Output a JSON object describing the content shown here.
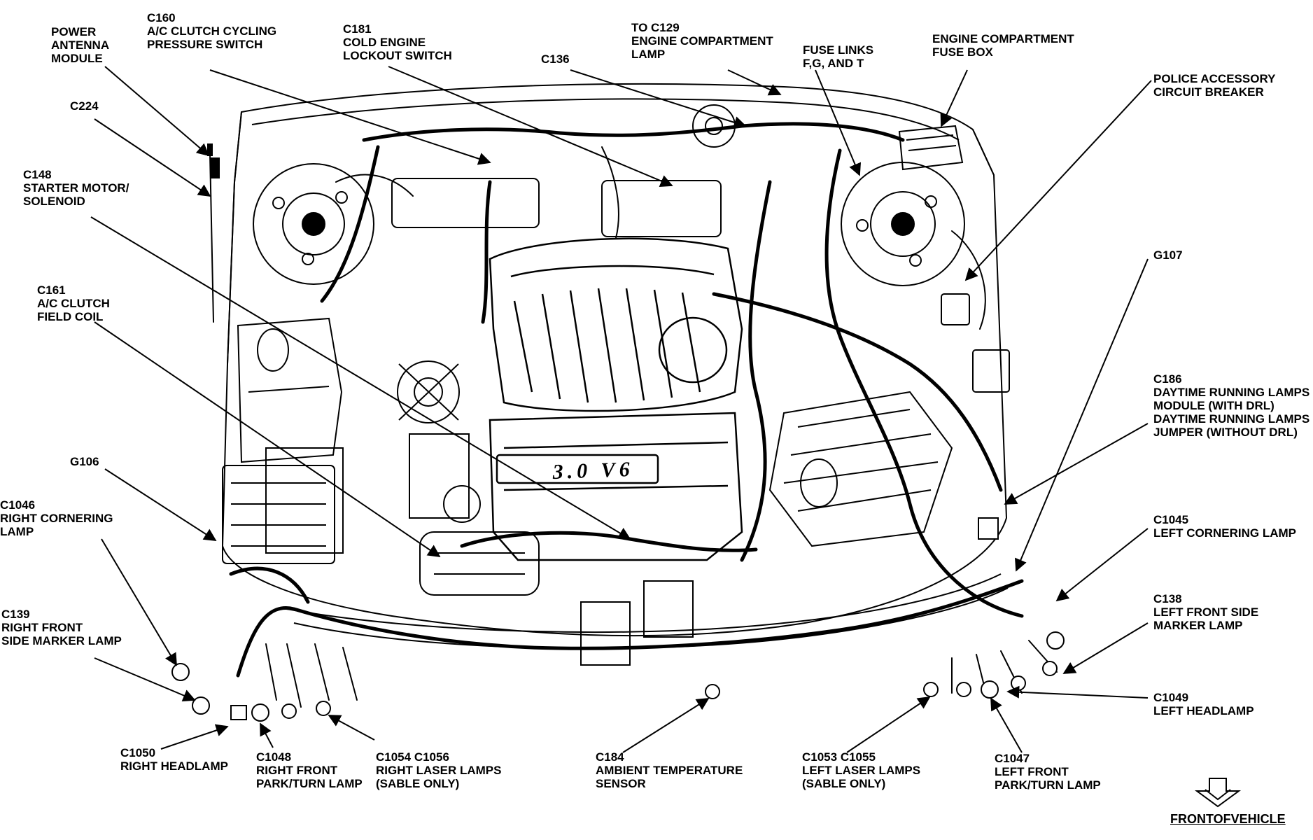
{
  "callouts": {
    "power_antenna_module": [
      "POWER",
      "ANTENNA",
      "MODULE"
    ],
    "c224": [
      "C224"
    ],
    "c160": [
      "C160",
      "A/C CLUTCH CYCLING",
      "PRESSURE SWITCH"
    ],
    "c181": [
      "C181",
      "COLD ENGINE",
      "LOCKOUT SWITCH"
    ],
    "c136": [
      "C136"
    ],
    "c129": [
      "TO C129",
      "ENGINE COMPARTMENT",
      "LAMP"
    ],
    "fuse_links": [
      "FUSE LINKS",
      "F,G, AND T"
    ],
    "engine_fuse_box": [
      "ENGINE COMPARTMENT",
      "FUSE BOX"
    ],
    "police_breaker": [
      "POLICE ACCESSORY",
      "CIRCUIT BREAKER"
    ],
    "c148": [
      "C148",
      "STARTER MOTOR/",
      "SOLENOID"
    ],
    "c161": [
      "C161",
      "A/C CLUTCH",
      "FIELD COIL"
    ],
    "g107": [
      "G107"
    ],
    "c186": [
      "C186",
      "DAYTIME RUNNING LAMPS",
      "MODULE (WITH DRL)",
      "DAYTIME RUNNING LAMPS",
      "JUMPER (WITHOUT DRL)"
    ],
    "g106": [
      "G106"
    ],
    "c1046": [
      "C1046",
      "RIGHT CORNERING",
      "LAMP"
    ],
    "c1045": [
      "C1045",
      "LEFT CORNERING LAMP"
    ],
    "c139": [
      "C139",
      "RIGHT FRONT",
      "SIDE MARKER LAMP"
    ],
    "c138": [
      "C138",
      "LEFT FRONT SIDE",
      "MARKER LAMP"
    ],
    "c1049": [
      "C1049",
      "LEFT HEADLAMP"
    ],
    "c1050": [
      "C1050",
      "RIGHT HEADLAMP"
    ],
    "c1048": [
      "C1048",
      "RIGHT FRONT",
      "PARK/TURN LAMP"
    ],
    "c1054": [
      "C1054 C1056",
      "RIGHT LASER LAMPS",
      "(SABLE ONLY)"
    ],
    "c184": [
      "C184",
      "AMBIENT TEMPERATURE",
      "SENSOR"
    ],
    "c1053": [
      "C1053 C1055",
      "LEFT LASER LAMPS",
      "(SABLE ONLY)"
    ],
    "c1047": [
      "C1047",
      "LEFT FRONT",
      "PARK/TURN LAMP"
    ]
  },
  "engine_badge": "3.0 V6",
  "front_of_vehicle": "FRONTOFVEHICLE"
}
